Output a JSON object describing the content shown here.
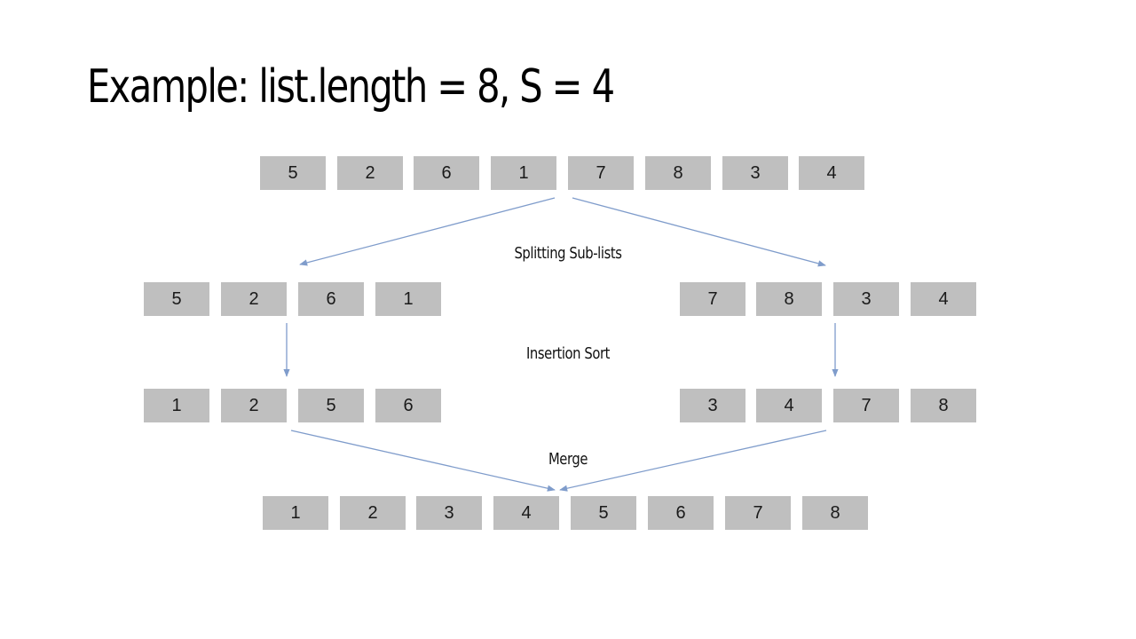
{
  "title": "Example:  list.length = 8, S = 4",
  "rows": {
    "original": [
      "5",
      "2",
      "6",
      "1",
      "7",
      "8",
      "3",
      "4"
    ],
    "split_left": [
      "5",
      "2",
      "6",
      "1"
    ],
    "split_right": [
      "7",
      "8",
      "3",
      "4"
    ],
    "sorted_left": [
      "1",
      "2",
      "5",
      "6"
    ],
    "sorted_right": [
      "3",
      "4",
      "7",
      "8"
    ],
    "merged": [
      "1",
      "2",
      "3",
      "4",
      "5",
      "6",
      "7",
      "8"
    ]
  },
  "labels": {
    "split": "Splitting Sub-lists",
    "sort": "Insertion Sort",
    "merge": "Merge"
  },
  "colors": {
    "cell_fill": "#bfbfbf",
    "arrow": "#7f9ccb"
  }
}
